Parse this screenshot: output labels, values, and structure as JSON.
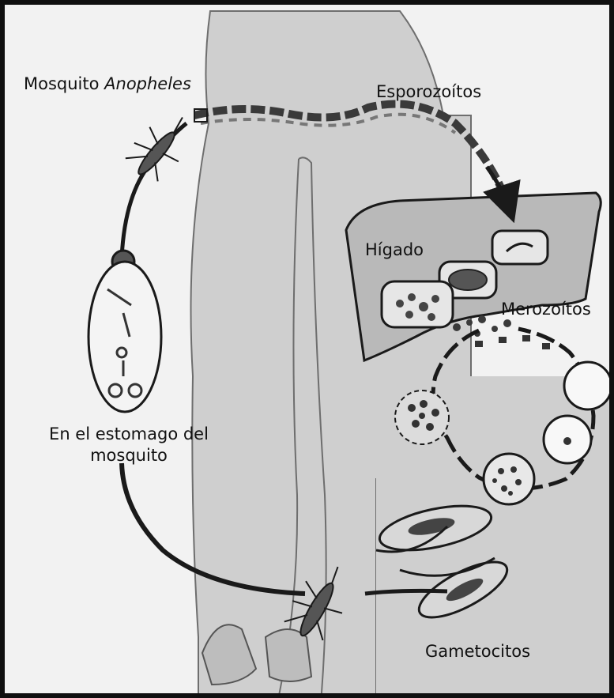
{
  "labels": {
    "mosquito_prefix": "Mosquito ",
    "mosquito_species": "Anopheles",
    "sporozoites": "Esporozoítos",
    "liver": "Hígado",
    "merozoites": "Merozoítos",
    "stomach_line1": "En el estomago del",
    "stomach_line2": "mosquito",
    "gametocytes": "Gametocitos"
  },
  "colors": {
    "background": "#f2f2f2",
    "body": "#cfcfcf",
    "liver": "#b9b9b9",
    "outline": "#1a1a1a",
    "frame": "#101010"
  },
  "icons": [
    "mosquito-icon",
    "mosquito-icon",
    "liver-cell-icon",
    "red-blood-cell-icon",
    "gametocyte-icon",
    "oocyst-icon"
  ]
}
